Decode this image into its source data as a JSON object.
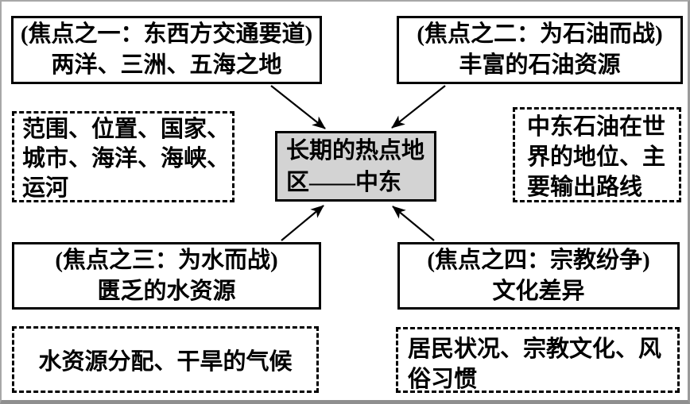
{
  "diagram": {
    "title": "长期的热点地区——中东",
    "center": {
      "full_text": "长期的热点地区——中东",
      "lines": [
        "长期的热点地",
        "区——中东"
      ]
    },
    "focus1": {
      "full_text": "(焦点之一：东西方交通要道) 两洋、三洲、五海之地",
      "lines": [
        "(焦点之一：东西方交通要道)",
        "两洋、三洲、五海之地"
      ]
    },
    "focus2": {
      "full_text": "(焦点之二：为石油而战) 丰富的石油资源",
      "lines": [
        "(焦点之二：为石油而战)",
        "丰富的石油资源"
      ]
    },
    "focus3": {
      "full_text": "(焦点之三：为水而战) 匮乏的水资源",
      "lines": [
        "(焦点之三：为水而战)",
        "匮乏的水资源"
      ]
    },
    "focus4": {
      "full_text": "(焦点之四：宗教纷争) 文化差异",
      "lines": [
        "(焦点之四：宗教纷争)",
        "文化差异"
      ]
    },
    "scope_detail": {
      "full_text": "范围、位置、国家、城市、海洋、海峡、运河",
      "lines": [
        "范围、位置、国家、",
        "城市、海洋、海峡、",
        "运河"
      ]
    },
    "oil_detail": {
      "full_text": "中东石油在世界的地位、主要输出路线",
      "lines": [
        "中东石油在世",
        "界的地位、主",
        "要输出路线"
      ]
    },
    "water_detail": {
      "full_text": "水资源分配、干旱的气候",
      "lines": [
        "水资源分配、干旱的气候"
      ]
    },
    "religion_detail": {
      "full_text": "居民状况、宗教文化、风俗习惯",
      "lines": [
        "居民状况、宗教文化、风",
        "俗习惯"
      ]
    },
    "arrows": [
      {
        "from": "focus1",
        "to": "center"
      },
      {
        "from": "focus2",
        "to": "center"
      },
      {
        "from": "focus3",
        "to": "center"
      },
      {
        "from": "focus4",
        "to": "center"
      }
    ],
    "colors": {
      "center_box_fill": "#d3d3d3",
      "box_border": "#000000",
      "frame_border": "#9a9a9a",
      "background": "#ffffff"
    }
  }
}
